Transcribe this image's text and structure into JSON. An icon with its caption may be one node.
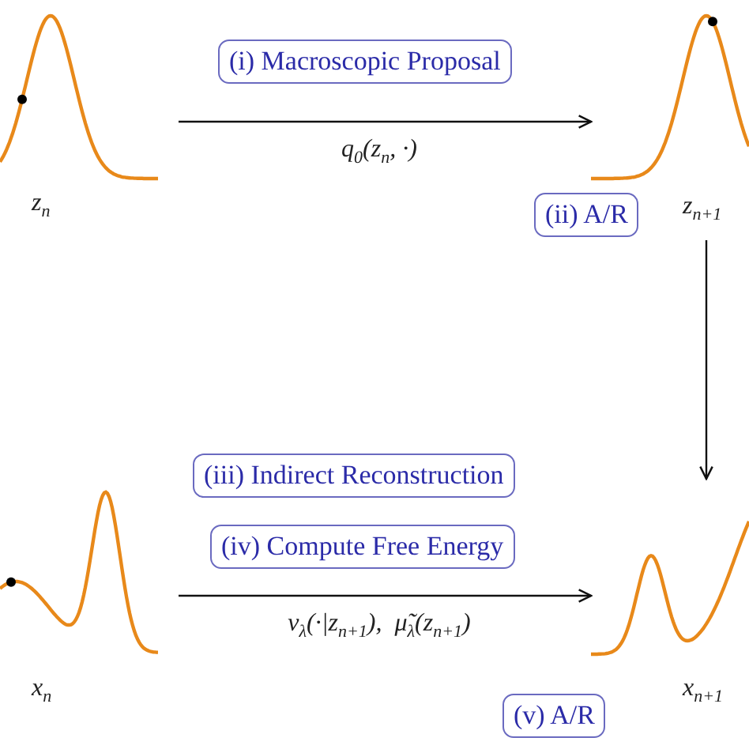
{
  "diagram": {
    "nodes": [
      {
        "text": [],
        "shape": "curve",
        "beside": [
          "z$_{n}$"
        ]
      },
      {
        "text": [],
        "shape": "curve",
        "beside": [
          "z$_{n+1}$"
        ]
      },
      {
        "text": [],
        "shape": "curve",
        "beside": [
          "x$_{n}$"
        ]
      },
      {
        "text": [],
        "shape": "curve",
        "beside": [
          "x$_{n+1}$"
        ]
      },
      {
        "text": [
          "(i) Macroscopic Proposal"
        ]
      },
      {
        "text": [
          "(ii) A/R"
        ]
      },
      {
        "text": [
          "(iii) Indirect Reconstruction"
        ]
      },
      {
        "text": [
          "(iv) Compute Free Energy"
        ]
      },
      {
        "text": [
          "(v) A/R"
        ]
      }
    ],
    "edges": [
      {
        "from": 0,
        "to": 1,
        "arrow": "to",
        "label": "q$_{0}$(z$_{n}$, ·)"
      },
      {
        "from": 1,
        "to": 3,
        "arrow": "to"
      },
      {
        "from": 2,
        "to": 3,
        "arrow": "to",
        "label": "ν$_{λ}$(·|z$_{n+1}$),  μ̃$_{λ}$(z$_{n+1}$)"
      }
    ]
  }
}
